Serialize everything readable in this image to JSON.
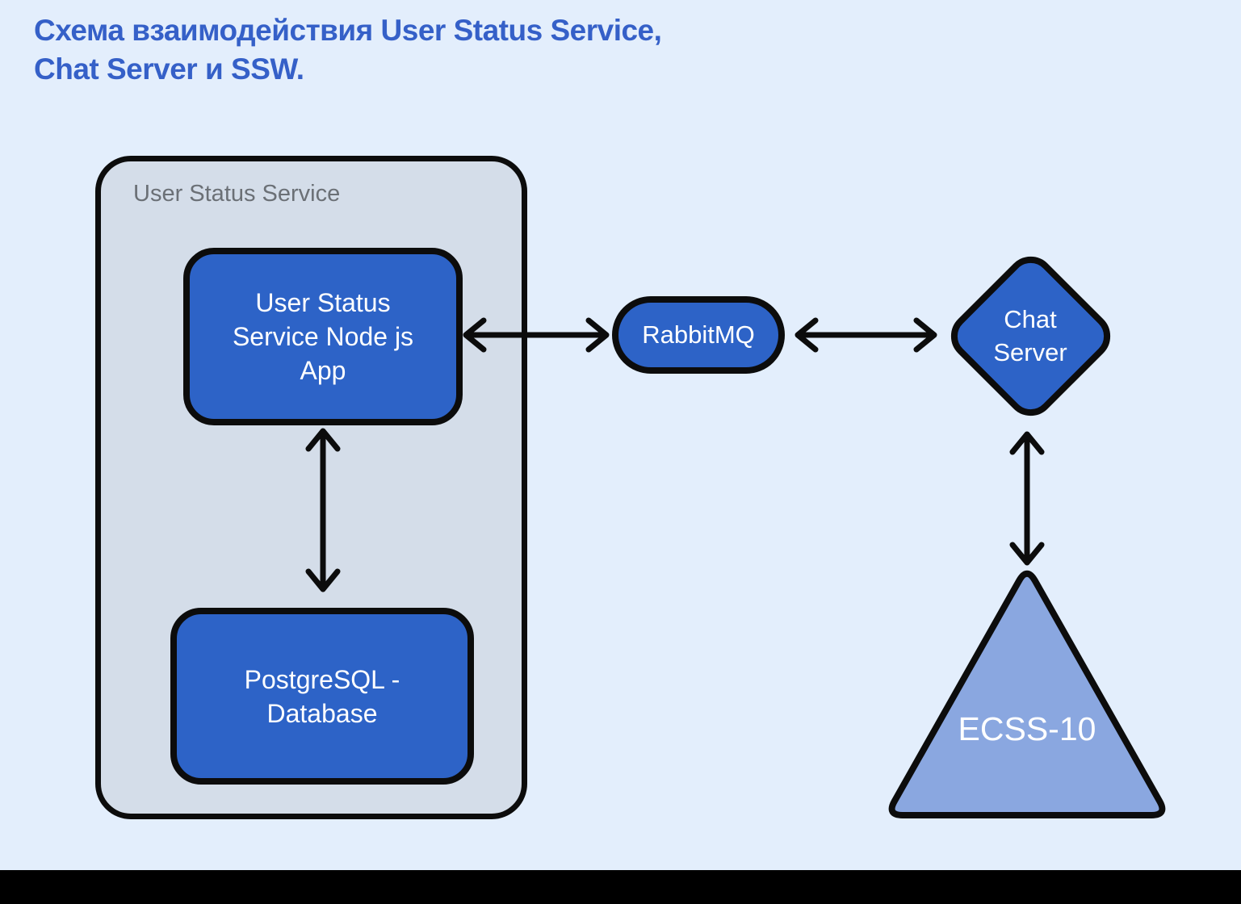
{
  "title": {
    "line1": "Схема взаимодействия User Status Service,",
    "line2": "Chat Server и SSW."
  },
  "diagram": {
    "container": {
      "label": "User Status Service"
    },
    "nodes": {
      "node_app": {
        "full_label": "User Status Service Node js App",
        "line1": "User Status",
        "line2": "Service Node js",
        "line3": "App",
        "shape": "rounded-rectangle"
      },
      "postgres": {
        "full_label": "PostgreSQL - Database",
        "line1": "PostgreSQL -",
        "line2": "Database",
        "shape": "rounded-rectangle"
      },
      "rabbitmq": {
        "label": "RabbitMQ",
        "shape": "pill"
      },
      "chat_server": {
        "full_label": "Chat Server",
        "line1": "Chat",
        "line2": "Server",
        "shape": "diamond"
      },
      "ecss10": {
        "label": "ECSS-10",
        "shape": "triangle"
      }
    },
    "edges": [
      {
        "from": "node_app",
        "to": "rabbitmq",
        "type": "bidirectional"
      },
      {
        "from": "rabbitmq",
        "to": "chat_server",
        "type": "bidirectional"
      },
      {
        "from": "node_app",
        "to": "postgres",
        "type": "bidirectional"
      },
      {
        "from": "chat_server",
        "to": "ecss10",
        "type": "bidirectional"
      }
    ]
  },
  "colors": {
    "background": "#e3eefc",
    "container_fill": "#d4dde9",
    "node_fill": "#2d63c7",
    "triangle_fill": "#8aa7e0",
    "title_text": "#3560c8",
    "container_label_text": "#6b7076",
    "node_text": "#ffffff",
    "stroke": "#0c0c0c",
    "footer_bar": "#000000"
  }
}
